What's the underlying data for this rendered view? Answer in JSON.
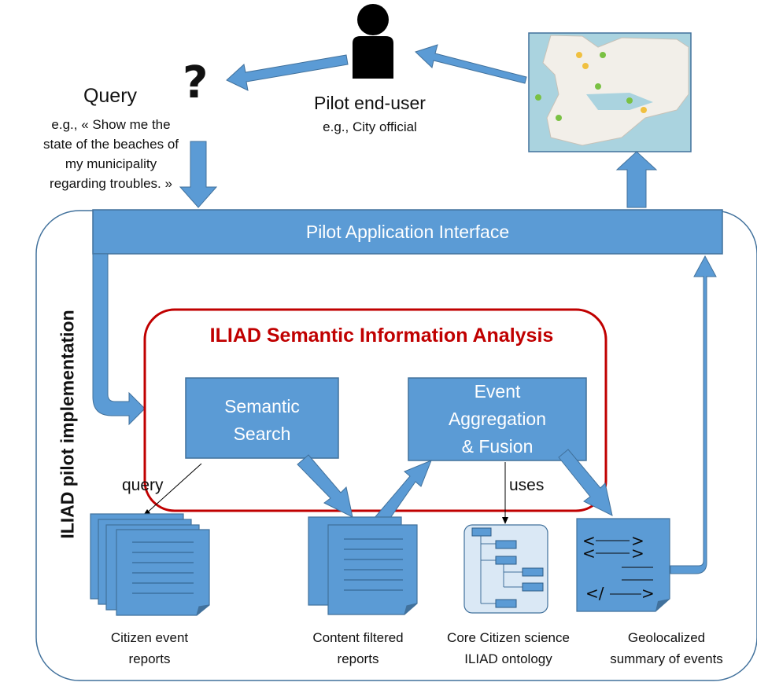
{
  "query": {
    "title": "Query",
    "example": "e.g., « Show me the state of the beaches of my municipality regarding troubles. »",
    "question_mark": "?"
  },
  "user": {
    "title": "Pilot end-user",
    "subtitle": "e.g., City official"
  },
  "interface_label": "Pilot Application Interface",
  "analysis_title": "ILIAD Semantic Information Analysis",
  "components": {
    "semantic_search": "Semantic Search",
    "event_aggregation": "Event Aggregation & Fusion"
  },
  "edge_labels": {
    "query": "query",
    "uses": "uses"
  },
  "outputs": {
    "citizen_reports": "Citizen event reports",
    "filtered_reports": "Content filtered reports",
    "ontology": "Core Citizen science ILIAD ontology",
    "summary": "Geolocalized summary of events"
  },
  "container_label": "ILIAD pilot implementation",
  "code_glyphs": {
    "open1": "<",
    "close1": ">",
    "open2": "<",
    "close2": ">",
    "end_tag": "</"
  },
  "colors": {
    "blue_fill": "#5b9bd5",
    "blue_stroke": "#41719c",
    "red_frame": "#c00000",
    "ontology_bg": "#dae8f5"
  }
}
